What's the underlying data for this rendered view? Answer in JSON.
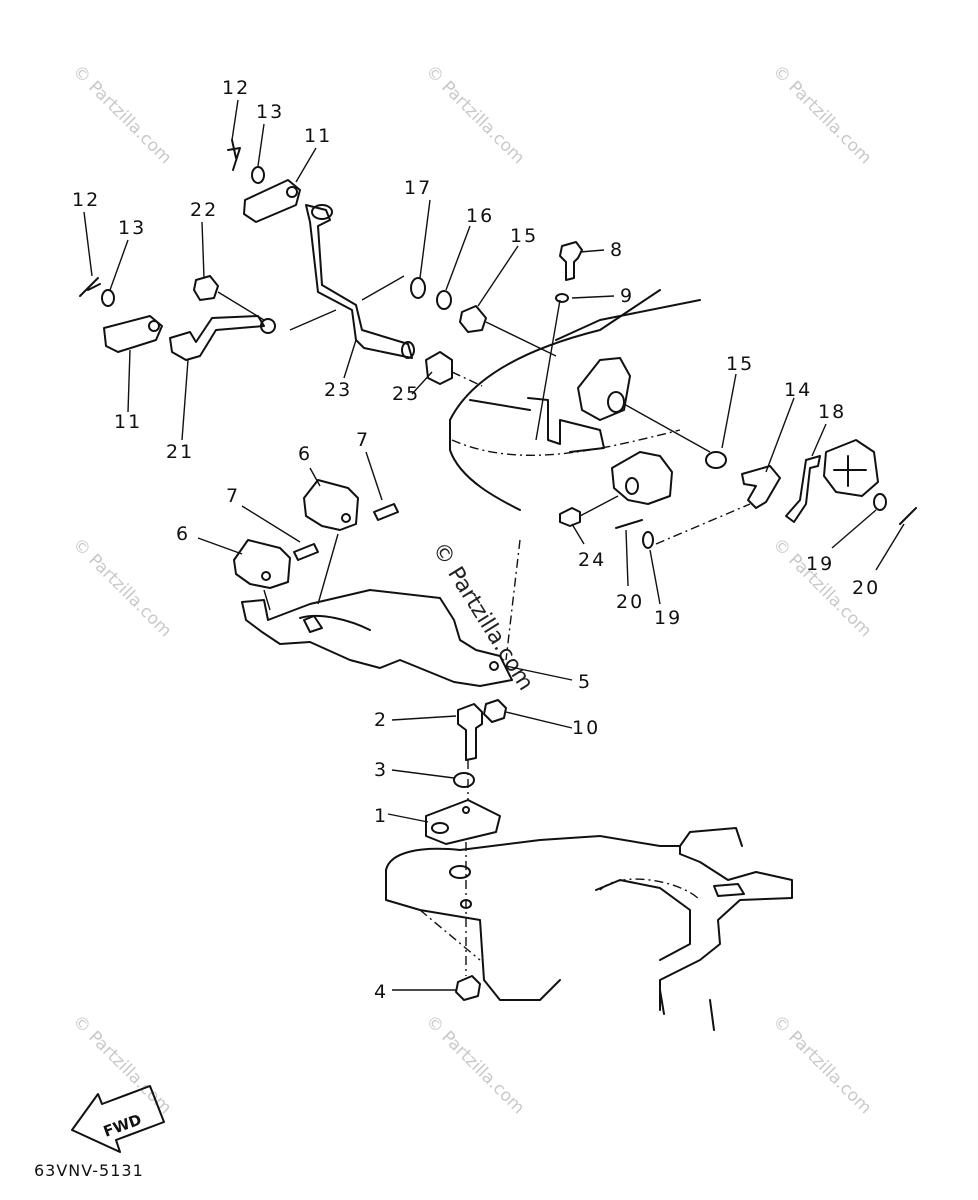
{
  "diagram_code": "63VNV-5131",
  "fwd_label": "FWD",
  "watermarks": {
    "repeated": "© Partzilla.com",
    "center": "© Partzilla.com"
  },
  "callouts": [
    {
      "id": "c12a",
      "label": "12"
    },
    {
      "id": "c13a",
      "label": "13"
    },
    {
      "id": "c11a",
      "label": "11"
    },
    {
      "id": "c12b",
      "label": "12"
    },
    {
      "id": "c13b",
      "label": "13"
    },
    {
      "id": "c22",
      "label": "22"
    },
    {
      "id": "c17",
      "label": "17"
    },
    {
      "id": "c16",
      "label": "16"
    },
    {
      "id": "c15a",
      "label": "15"
    },
    {
      "id": "c8",
      "label": "8"
    },
    {
      "id": "c9",
      "label": "9"
    },
    {
      "id": "c11b",
      "label": "11"
    },
    {
      "id": "c23",
      "label": "23"
    },
    {
      "id": "c25",
      "label": "25"
    },
    {
      "id": "c21",
      "label": "21"
    },
    {
      "id": "c15b",
      "label": "15"
    },
    {
      "id": "c14",
      "label": "14"
    },
    {
      "id": "c18",
      "label": "18"
    },
    {
      "id": "c6a",
      "label": "6"
    },
    {
      "id": "c7a",
      "label": "7"
    },
    {
      "id": "c7b",
      "label": "7"
    },
    {
      "id": "c6b",
      "label": "6"
    },
    {
      "id": "c24",
      "label": "24"
    },
    {
      "id": "c20a",
      "label": "20"
    },
    {
      "id": "c19a",
      "label": "19"
    },
    {
      "id": "c19b",
      "label": "19"
    },
    {
      "id": "c20b",
      "label": "20"
    },
    {
      "id": "c5",
      "label": "5"
    },
    {
      "id": "c2",
      "label": "2"
    },
    {
      "id": "c10",
      "label": "10"
    },
    {
      "id": "c3",
      "label": "3"
    },
    {
      "id": "c1",
      "label": "1"
    },
    {
      "id": "c4",
      "label": "4"
    }
  ]
}
